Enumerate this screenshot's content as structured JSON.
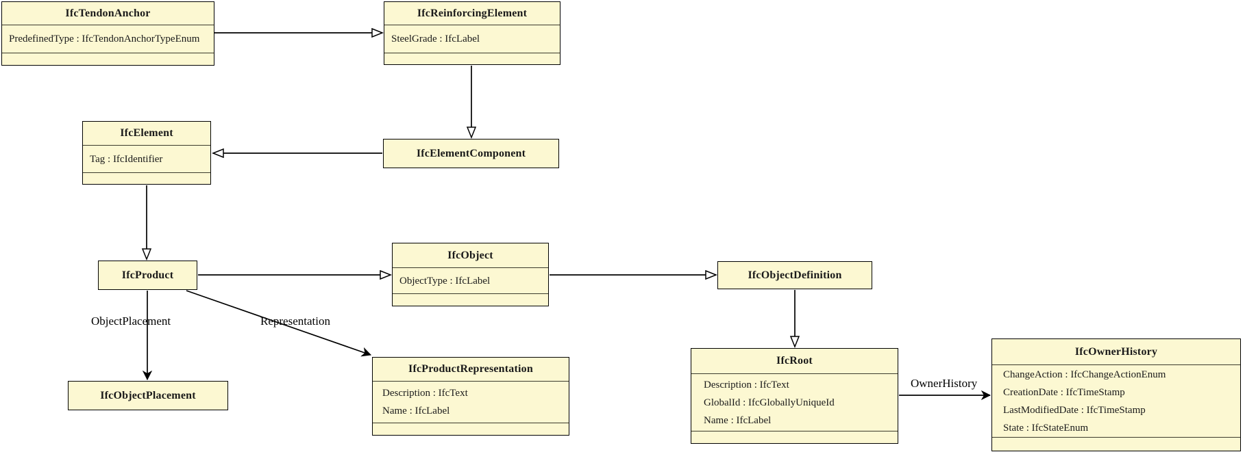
{
  "colors": {
    "box_fill": "#FCF8D2",
    "box_border": "#000000",
    "line": "#000000",
    "background": "#FFFFFF"
  },
  "classes": [
    {
      "title": "IfcTendonAnchor",
      "attributes": [
        "PredefinedType : IfcTendonAnchorTypeEnum"
      ]
    },
    {
      "title": "IfcReinforcingElement",
      "attributes": [
        "SteelGrade : IfcLabel"
      ]
    },
    {
      "title": "IfcElement",
      "attributes": [
        "Tag : IfcIdentifier"
      ]
    },
    {
      "title": "IfcElementComponent",
      "attributes": []
    },
    {
      "title": "IfcProduct",
      "attributes": []
    },
    {
      "title": "IfcObject",
      "attributes": [
        "ObjectType : IfcLabel"
      ]
    },
    {
      "title": "IfcObjectDefinition",
      "attributes": []
    },
    {
      "title": "IfcRoot",
      "attributes": [
        "Description : IfcText",
        "GlobalId : IfcGloballyUniqueId",
        "Name : IfcLabel"
      ]
    },
    {
      "title": "IfcOwnerHistory",
      "attributes": [
        "ChangeAction : IfcChangeActionEnum",
        "CreationDate : IfcTimeStamp",
        "LastModifiedDate : IfcTimeStamp",
        "State : IfcStateEnum"
      ]
    },
    {
      "title": "IfcObjectPlacement",
      "attributes": []
    },
    {
      "title": "IfcProductRepresentation",
      "attributes": [
        "Description : IfcText",
        "Name : IfcLabel"
      ]
    }
  ],
  "relationships": [
    {
      "from": "IfcTendonAnchor",
      "to": "IfcReinforcingElement",
      "type": "generalization",
      "label": ""
    },
    {
      "from": "IfcReinforcingElement",
      "to": "IfcElementComponent",
      "type": "generalization",
      "label": ""
    },
    {
      "from": "IfcElementComponent",
      "to": "IfcElement",
      "type": "generalization",
      "label": ""
    },
    {
      "from": "IfcElement",
      "to": "IfcProduct",
      "type": "generalization",
      "label": ""
    },
    {
      "from": "IfcProduct",
      "to": "IfcObject",
      "type": "generalization",
      "label": ""
    },
    {
      "from": "IfcObject",
      "to": "IfcObjectDefinition",
      "type": "generalization",
      "label": ""
    },
    {
      "from": "IfcObjectDefinition",
      "to": "IfcRoot",
      "type": "generalization",
      "label": ""
    },
    {
      "from": "IfcProduct",
      "to": "IfcObjectPlacement",
      "type": "association",
      "label": "ObjectPlacement"
    },
    {
      "from": "IfcProduct",
      "to": "IfcProductRepresentation",
      "type": "association",
      "label": "Representation"
    },
    {
      "from": "IfcRoot",
      "to": "IfcOwnerHistory",
      "type": "association",
      "label": "OwnerHistory"
    }
  ]
}
